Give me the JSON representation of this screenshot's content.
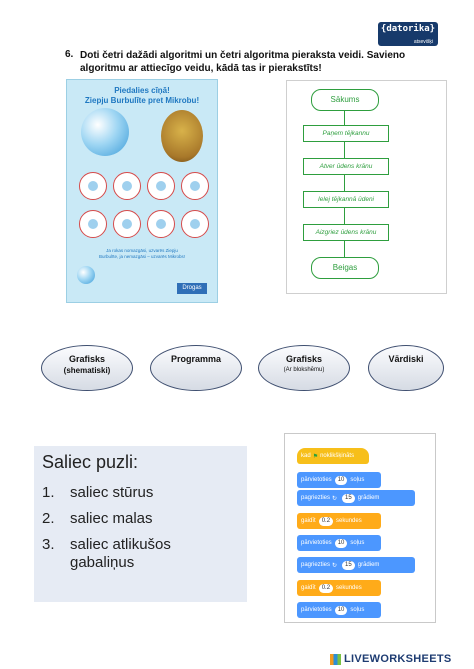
{
  "logo": {
    "brand": "{datorika}",
    "tagline": "atsevišķi"
  },
  "question": {
    "number": "6.",
    "text": "Doti četri dažādi algoritmi un četri algoritma pieraksta veidi. Savieno algoritmu ar attiecīgo veidu, kādā tas ir pierakstīts!"
  },
  "poster": {
    "title_line1": "Piedalies cīņā!",
    "title_line2": "Ziepju Burbulīte pret Mikrobu!",
    "footer_text": "Ja rokas nomazgāsi, uzvarēs Ziepju Burbulīte, ja nemazgāsi – uzvarēs Mikrobs!",
    "brand": "Drogas"
  },
  "flowchart": {
    "start": "Sākums",
    "steps": [
      "Paņem tējkannu",
      "Atver ūdens krānu",
      "Ielej tējkannā ūdeni",
      "Aizgriez ūdens krānu"
    ],
    "end": "Beigas"
  },
  "categories": [
    {
      "main": "Grafisks",
      "sub": "(shematiski)",
      "small": false
    },
    {
      "main": "Programma",
      "sub": "",
      "small": false
    },
    {
      "main": "Grafisks",
      "sub": "(Ar blokshēmu)",
      "small": true
    },
    {
      "main": "Vārdiski",
      "sub": "",
      "small": false
    }
  ],
  "puzzle": {
    "title": "Saliec puzli:",
    "items": [
      {
        "num": "1.",
        "text": "saliec stūrus"
      },
      {
        "num": "2.",
        "text": "saliec malas"
      },
      {
        "num": "3.",
        "text": "saliec atlikušos",
        "cont": "gabaliņus"
      }
    ]
  },
  "scratch": {
    "when_flag": "kad",
    "clicked": "noklikšķināts",
    "move": "pārvietoties",
    "steps": "soļus",
    "turn": "pagriezties",
    "degrees": "grādiem",
    "wait": "gaidīt",
    "seconds": "sekundes",
    "move_value": "10",
    "turn_value": "15",
    "wait_value": "0.2",
    "colors": {
      "event": "#f7bf1a",
      "motion": "#4c97ff",
      "control": "#ffab19"
    }
  },
  "footer": {
    "brand": "LIVEWORKSHEETS"
  }
}
